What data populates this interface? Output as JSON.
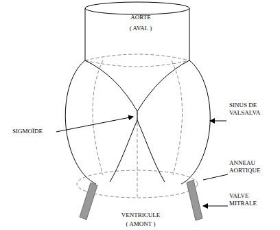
{
  "diagram": {
    "labels": [
      "AORTE",
      "( AVAL )",
      "SIGMOÏDE",
      "SINUS DE VALSALVA",
      "ANNEAU AORTIQUE",
      "VALVE MITRALE",
      "VENTRICULE",
      "( AMONT )"
    ]
  }
}
